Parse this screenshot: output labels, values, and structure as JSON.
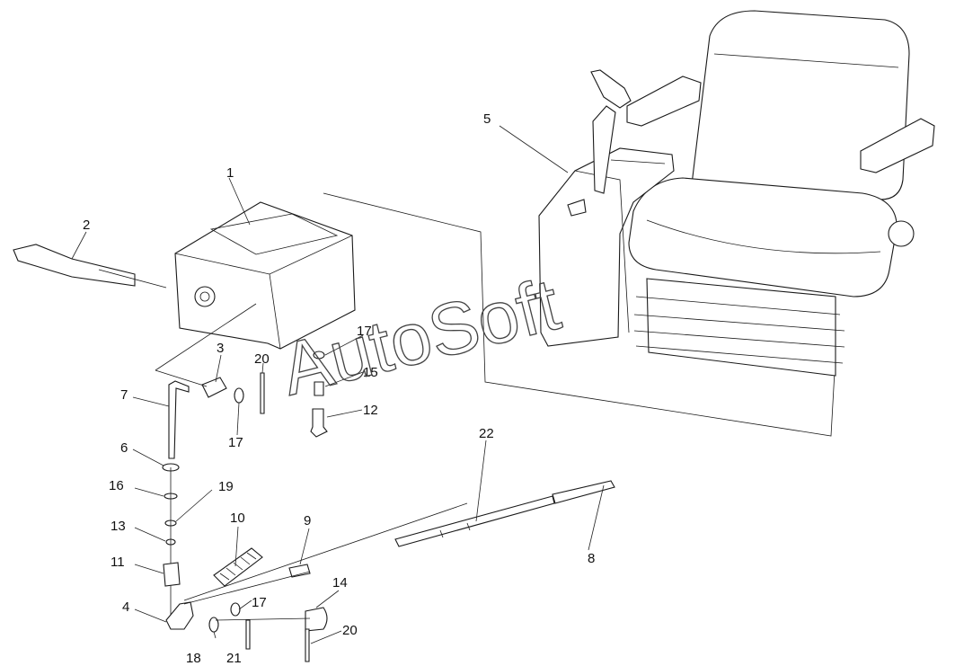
{
  "watermark": "AutoSoft",
  "callouts": [
    {
      "id": "c1",
      "text": "1"
    },
    {
      "id": "c2",
      "text": "2"
    },
    {
      "id": "c3",
      "text": "3"
    },
    {
      "id": "c4",
      "text": "4"
    },
    {
      "id": "c5",
      "text": "5"
    },
    {
      "id": "c6",
      "text": "6"
    },
    {
      "id": "c7",
      "text": "7"
    },
    {
      "id": "c8",
      "text": "8"
    },
    {
      "id": "c9",
      "text": "9"
    },
    {
      "id": "c10",
      "text": "10"
    },
    {
      "id": "c11",
      "text": "11"
    },
    {
      "id": "c12",
      "text": "12"
    },
    {
      "id": "c13",
      "text": "13"
    },
    {
      "id": "c14",
      "text": "14"
    },
    {
      "id": "c15",
      "text": "15"
    },
    {
      "id": "c16",
      "text": "16"
    },
    {
      "id": "c17a",
      "text": "17"
    },
    {
      "id": "c17b",
      "text": "17"
    },
    {
      "id": "c17c",
      "text": "17"
    },
    {
      "id": "c18",
      "text": "18"
    },
    {
      "id": "c19",
      "text": "19"
    },
    {
      "id": "c20a",
      "text": "20"
    },
    {
      "id": "c20b",
      "text": "20"
    },
    {
      "id": "c21",
      "text": "21"
    },
    {
      "id": "c22",
      "text": "22"
    }
  ]
}
